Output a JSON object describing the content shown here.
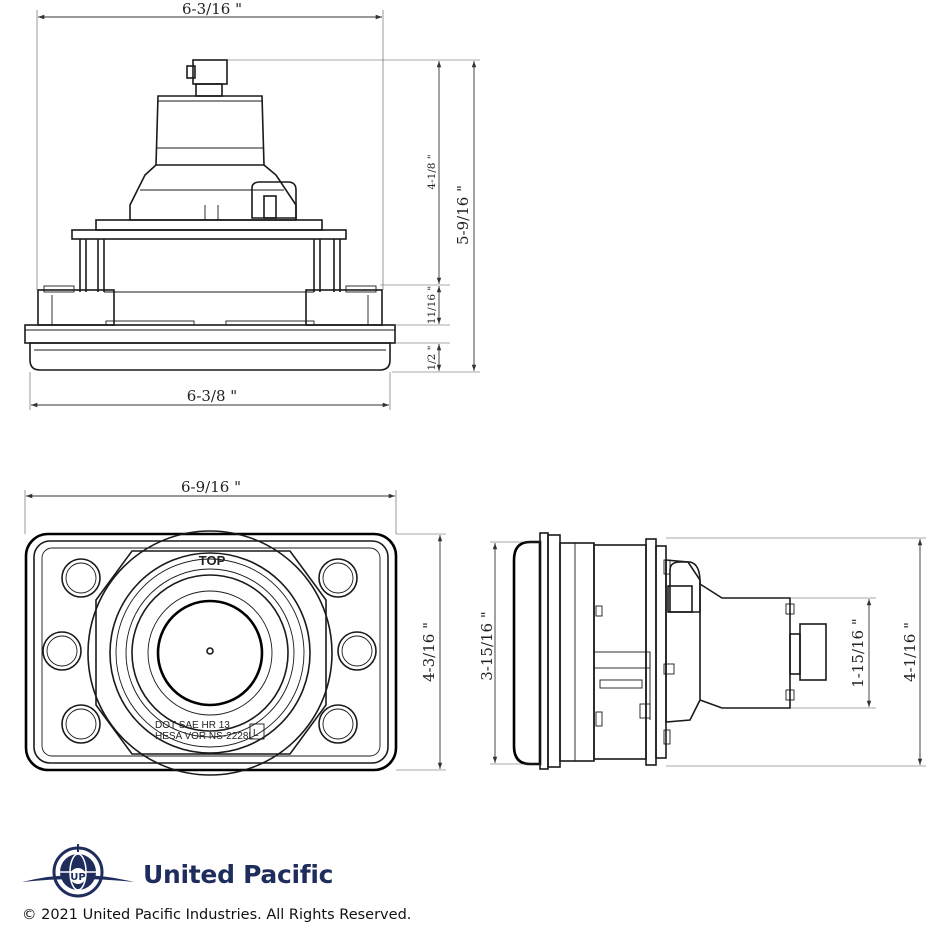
{
  "top_view": {
    "width_top": "6-3/16 \"",
    "width_bottom": "6-3/8 \"",
    "height_total": "5-9/16 \"",
    "height_body": "4-1/8 \"",
    "height_flange": "11/16 \"",
    "height_lens": "1/2 \""
  },
  "front_view": {
    "width": "6-9/16 \"",
    "height": "4-3/16 \"",
    "top_mark": "TOP",
    "marking_line1": "DOT SAE HR 13",
    "marking_line2": "HESA VOR NS-2228L",
    "cert_symbol": "L"
  },
  "side_view": {
    "height_total": "4-1/16 \"",
    "height_body": "3-15/16 \"",
    "height_connector": "1-15/16 \""
  },
  "brand": {
    "name": "United Pacific",
    "copyright": "© 2021 United Pacific Industries. All Rights Reserved.",
    "logo_icon": "united-pacific-globe-logo"
  }
}
